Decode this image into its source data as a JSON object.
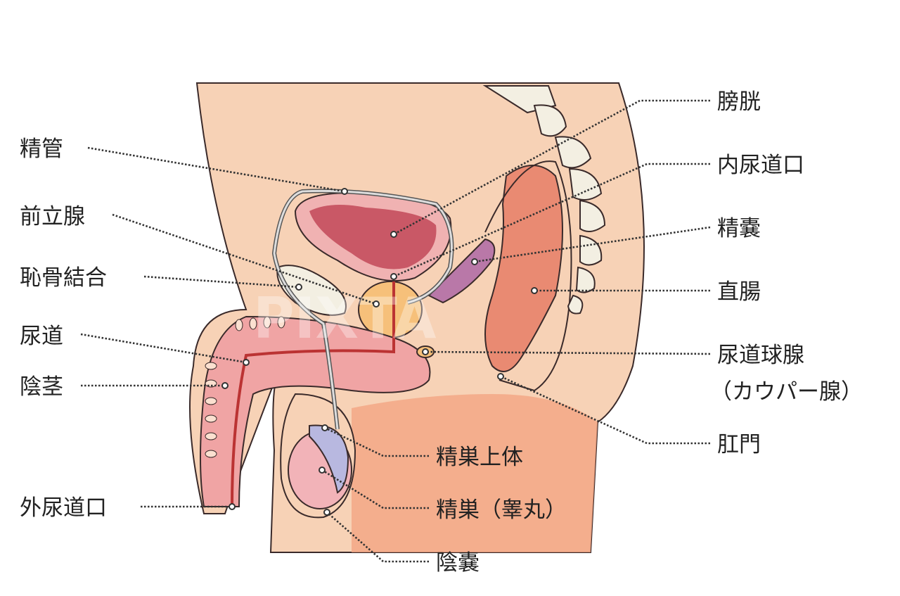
{
  "watermark": "PIXTA",
  "labels": {
    "vas_deferens": "精管",
    "prostate": "前立腺",
    "pubic_symphysis": "恥骨結合",
    "urethra": "尿道",
    "penis": "陰茎",
    "external_urethral_orifice": "外尿道口",
    "bladder": "膀胱",
    "internal_urethral_orifice": "内尿道口",
    "seminal_vesicle": "精嚢",
    "rectum": "直腸",
    "bulbourethral_gland": "尿道球腺",
    "bulbourethral_gland_alt": "（カウパー腺）",
    "anus": "肛門",
    "epididymis": "精巣上体",
    "testis": "精巣（睾丸）",
    "scrotum": "陰嚢"
  },
  "colors": {
    "skin": "#f7d2b6",
    "tissue": "#f2a583",
    "bladder": "#d9707a",
    "rectum": "#e98a72",
    "prostate": "#f6c07a",
    "seminal_vesicle": "#b978a8",
    "penis": "#f0a4a4",
    "epididymis": "#b8b8e0",
    "testis": "#f2b3b8",
    "bone": "#f3efe2"
  }
}
